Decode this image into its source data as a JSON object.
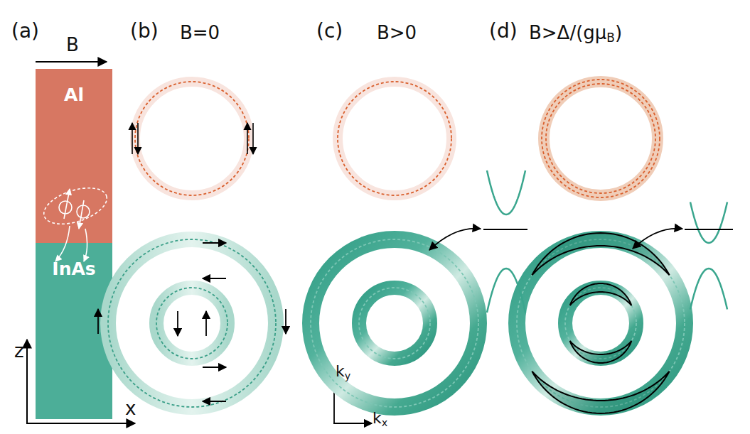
{
  "diagram": {
    "nodes": [
      {
        "text": [
          "Al"
        ]
      },
      {
        "text": [
          "InAs"
        ]
      }
    ],
    "labels": [
      "(a)",
      "B",
      "z",
      "x",
      "(b)",
      "B=0",
      "(c)",
      "B>0",
      "(d)",
      "B>Δ/(gμB)",
      "ky",
      "kx"
    ]
  }
}
